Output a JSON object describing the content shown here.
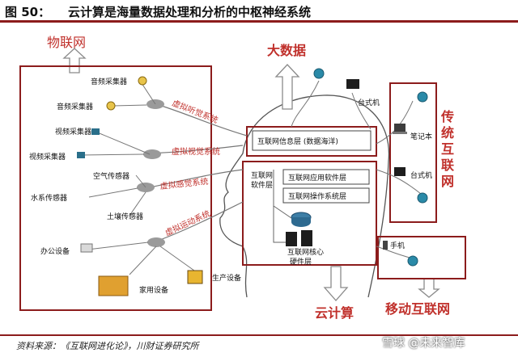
{
  "header": {
    "figure": "图 50：",
    "title": "云计算是海量数据处理和分析的中枢神经系统"
  },
  "labels": {
    "iot": "物联网",
    "bigdata": "大数据",
    "cloud": "云计算",
    "mobile": "移动互联网",
    "traditional": [
      "传",
      "统",
      "互",
      "联",
      "网"
    ]
  },
  "devices": {
    "audio1": "音频采集器",
    "audio2": "音频采集器",
    "video1": "视频采集器",
    "video2": "视频采集器",
    "air": "空气传感器",
    "water": "水系传感器",
    "soil": "土壤传感器",
    "office": "办公设备",
    "home": "家用设备",
    "production": "生产设备",
    "desktop1": "台式机",
    "laptop": "笔记本",
    "desktop2": "台式机",
    "phone": "手机"
  },
  "systems": {
    "hearing": "虚拟听觉系统",
    "vision": "虚拟视觉系统",
    "sensing": "虚拟感觉系统",
    "motion": "虚拟运动系统"
  },
  "layers": {
    "info": "互联网信息层 (数据海洋)",
    "software_l1": "互联网",
    "software_l2": "软件层",
    "app": "互联网应用软件层",
    "os": "互联网操作系统层",
    "core_l1": "互联网核心",
    "core_l2": "硬件层"
  },
  "footer": {
    "source": "资料来源：《互联网进化论》，川财证券研究所",
    "watermark": "雪球 @未来智库"
  },
  "colors": {
    "accent": "#8c1c1c",
    "red": "#c0302b",
    "teal": "#2a6f8a"
  }
}
